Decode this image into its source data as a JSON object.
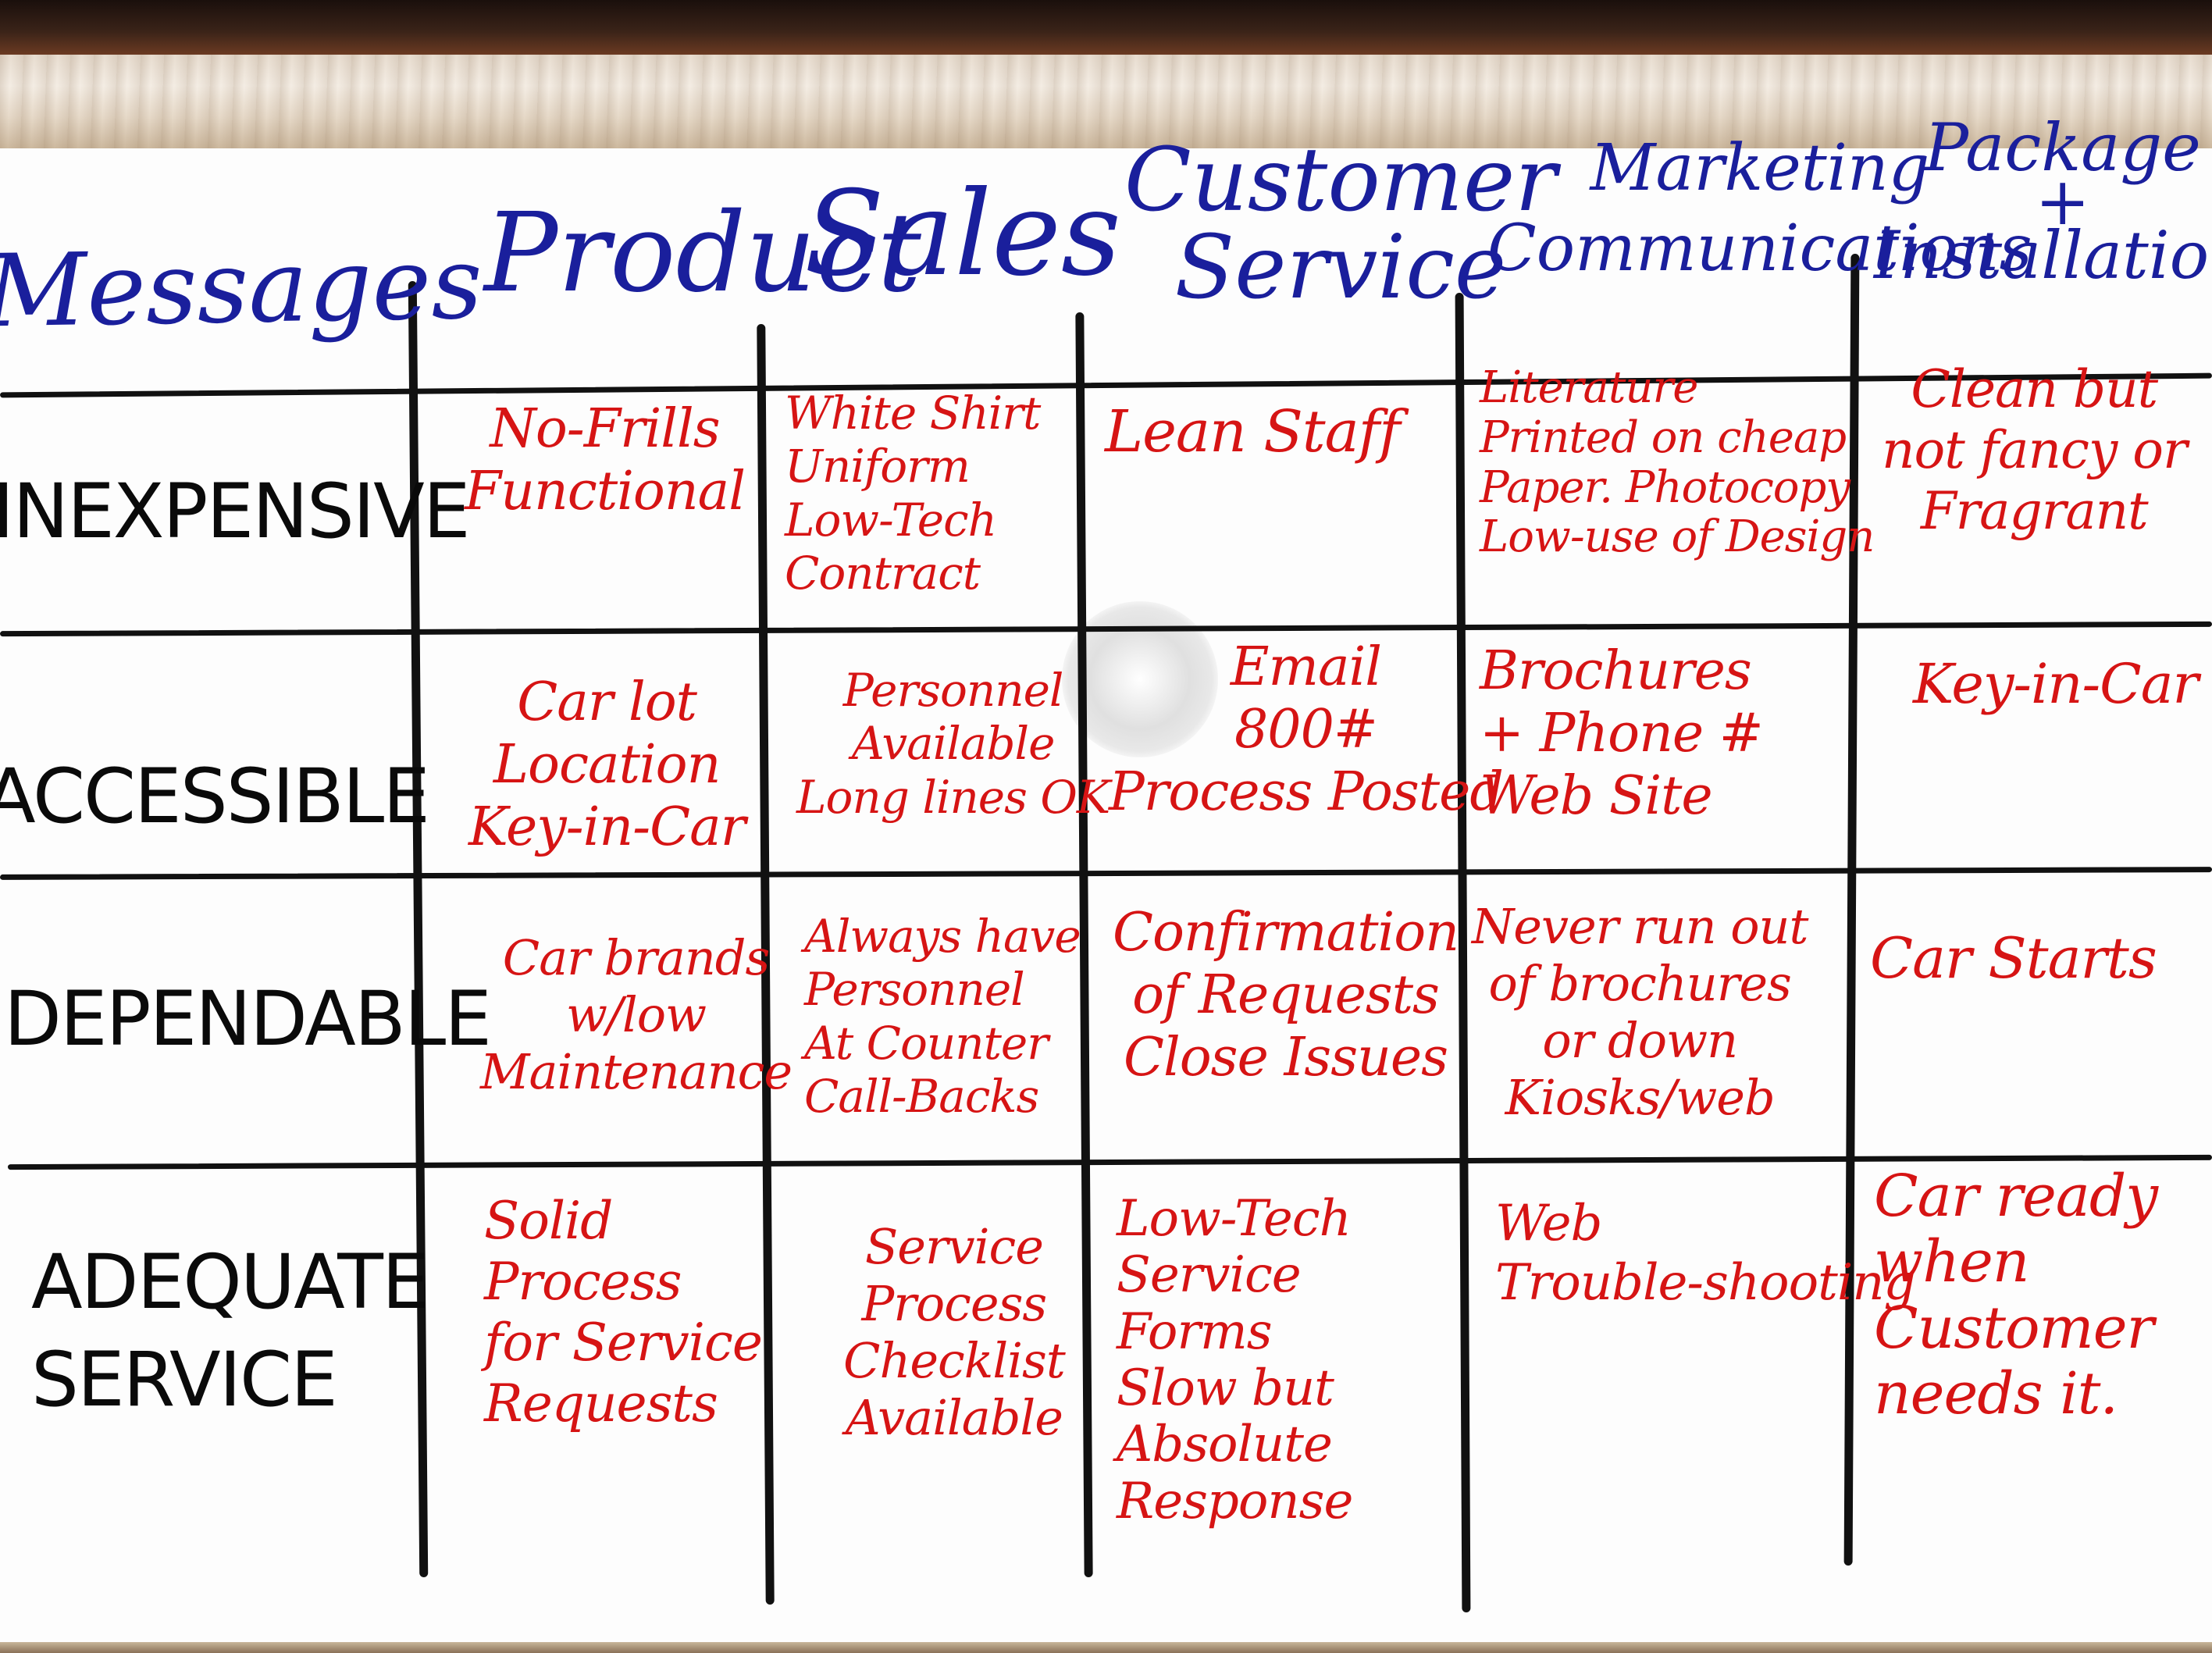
{
  "headers": {
    "messages": "Messages",
    "product": "Product",
    "sales": "Sales",
    "customer_service": "Customer\nService",
    "marketing_communications": "Marketing\nCommunications",
    "package_installation": "Package\n+\nInstallation"
  },
  "rows": {
    "inexpensive": "INEXPENSIVE",
    "accessible": "ACCESSIBLE",
    "dependable": "DEPENDABLE",
    "adequate_service": "ADEQUATE\nSERVICE"
  },
  "cells": {
    "inexpensive": {
      "product": "No-Frills\nFunctional",
      "sales": "White Shirt\nUniform\nLow-Tech\nContract",
      "customer_service": "Lean Staff",
      "marketing_communications": "Literature\nPrinted on cheap\nPaper. Photocopy\nLow-use of Design",
      "package_installation": "Clean but\nnot fancy or\nFragrant"
    },
    "accessible": {
      "product": "Car lot\nLocation\nKey-in-Car",
      "sales": "Personnel\nAvailable\nLong lines OK",
      "customer_service": "Email\n800#\nProcess Posted",
      "marketing_communications": "Brochures\n+ Phone #\nWeb Site",
      "package_installation": "Key-in-Car"
    },
    "dependable": {
      "product": "Car brands\nw/low\nMaintenance",
      "sales": "Always have\nPersonnel\nAt Counter\nCall-Backs",
      "customer_service": "Confirmation\nof Requests\nClose Issues",
      "marketing_communications": "Never run out\nof brochures\nor down\nKiosks/web",
      "package_installation": "Car Starts"
    },
    "adequate_service": {
      "product": "Solid\nProcess\nfor Service\nRequests",
      "sales": "Service\nProcess\nChecklist\nAvailable",
      "customer_service": "Low-Tech\nService\nForms\nSlow but\nAbsolute\nResponse",
      "marketing_communications": "Web\nTrouble-shooting",
      "package_installation": "Car ready\nwhen\nCustomer\nneeds it."
    }
  },
  "colors": {
    "header_ink": "#1a1f9c",
    "row_label_ink": "#0a0a0a",
    "cell_ink": "#d61414",
    "board": "#fdfdfd"
  }
}
